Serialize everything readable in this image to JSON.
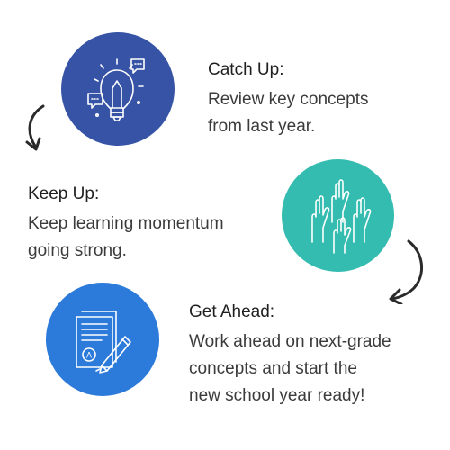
{
  "steps": [
    {
      "heading": "Catch Up:",
      "lines": [
        "Review key concepts",
        "from last year."
      ],
      "icon": "lightbulb-icon",
      "color": "#3653a5"
    },
    {
      "heading": "Keep Up:",
      "lines": [
        "Keep learning momentum",
        "going strong."
      ],
      "icon": "raised-hands-icon",
      "color": "#35bcb0"
    },
    {
      "heading": "Get Ahead:",
      "lines": [
        "Work ahead on next-grade",
        "concepts and start the",
        "new school year ready!"
      ],
      "icon": "graded-paper-icon",
      "color": "#2c7ad9"
    }
  ],
  "colors": {
    "text": "#2a2a2a",
    "arrow": "#2a2a2a"
  }
}
